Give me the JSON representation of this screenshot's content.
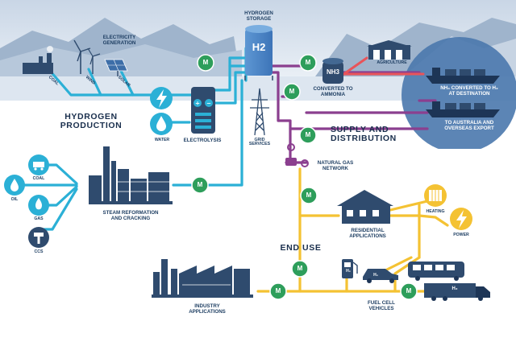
{
  "labels": {
    "electricity_generation": [
      "ELECTRICITY",
      "GENERATION"
    ],
    "coal_small": "COAL",
    "wind": "WIND",
    "solar": "SOLAR",
    "hydrogen_storage": [
      "HYDROGEN",
      "STORAGE"
    ],
    "h2": "H2",
    "nh3": "NH3",
    "agriculture": "AGRICULTURE",
    "converted_to_ammonia": [
      "CONVERTED TO",
      "AMMONIA"
    ],
    "nh3_converted": [
      "NH₃ CONVERTED TO H₂",
      "AT DESTINATION"
    ],
    "to_australia": [
      "TO AUSTRALIA AND",
      "OVERSEAS EXPORT"
    ],
    "hydrogen_production": [
      "HYDROGEN",
      "PRODUCTION"
    ],
    "water": "WATER",
    "electrolysis": "ELECTROLYSIS",
    "grid_services": [
      "GRID",
      "SERVICES"
    ],
    "supply_distribution": [
      "SUPPLY AND",
      "DISTRIBUTION"
    ],
    "natural_gas_network": [
      "NATURAL GAS",
      "NETWORK"
    ],
    "coal": "COAL",
    "oil": "OIL",
    "gas": "GAS",
    "ccs": "CCS",
    "steam_reformation": [
      "STEAM REFORMATION",
      "AND CRACKING"
    ],
    "residential": [
      "RESIDENTIAL",
      "APPLICATIONS"
    ],
    "heating": "HEATING",
    "power": "POWER",
    "end_use": "END USE",
    "industry": [
      "INDUSTRY",
      "APPLICATIONS"
    ],
    "fuel_cell": [
      "FUEL CELL",
      "VEHICLES"
    ],
    "meter": "M",
    "h2_short": "H₂"
  },
  "colors": {
    "blue_pipe": "#2bb0d6",
    "yellow_pipe": "#f4c233",
    "purple_pipe": "#8b3f8f",
    "red_pipe": "#e8545a",
    "meter_green": "#2e9e5b",
    "navy": "#2f4b6e",
    "text": "#1f3f63"
  }
}
